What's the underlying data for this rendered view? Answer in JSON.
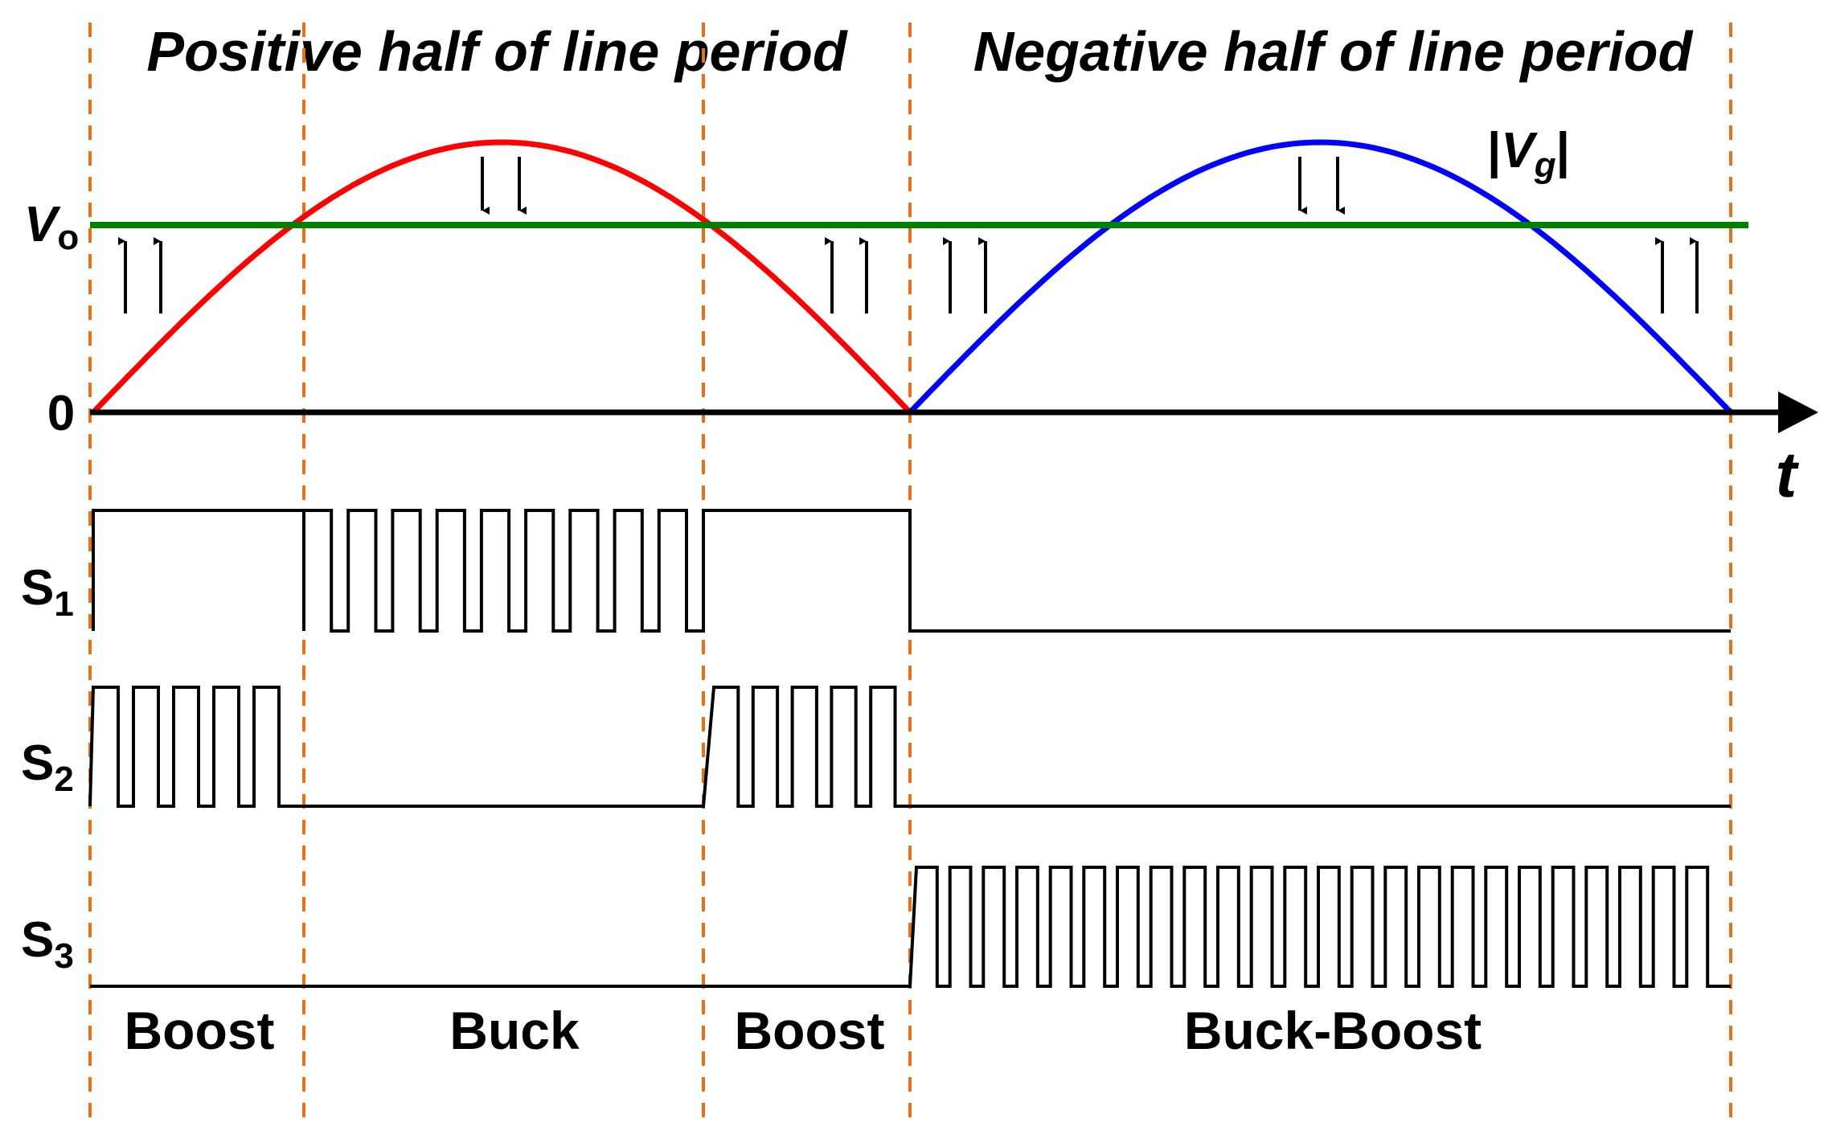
{
  "titles": {
    "positive": "Positive half of line period",
    "negative": "Negative half of line period"
  },
  "axis": {
    "zero_label": "0",
    "vo_main": "V",
    "vo_sub": "o",
    "t_label": "t",
    "vg_main": "V",
    "vg_sub": "g"
  },
  "signals": [
    {
      "main": "S",
      "sub": "1"
    },
    {
      "main": "S",
      "sub": "2"
    },
    {
      "main": "S",
      "sub": "3"
    }
  ],
  "modes": [
    "Boost",
    "Buck",
    "Boost",
    "Buck-Boost"
  ],
  "colors": {
    "positive_half": "#ff0000",
    "negative_half": "#0000ff",
    "vo_line": "#008000",
    "dividers": "#e8701a",
    "traces": "#000000"
  }
}
